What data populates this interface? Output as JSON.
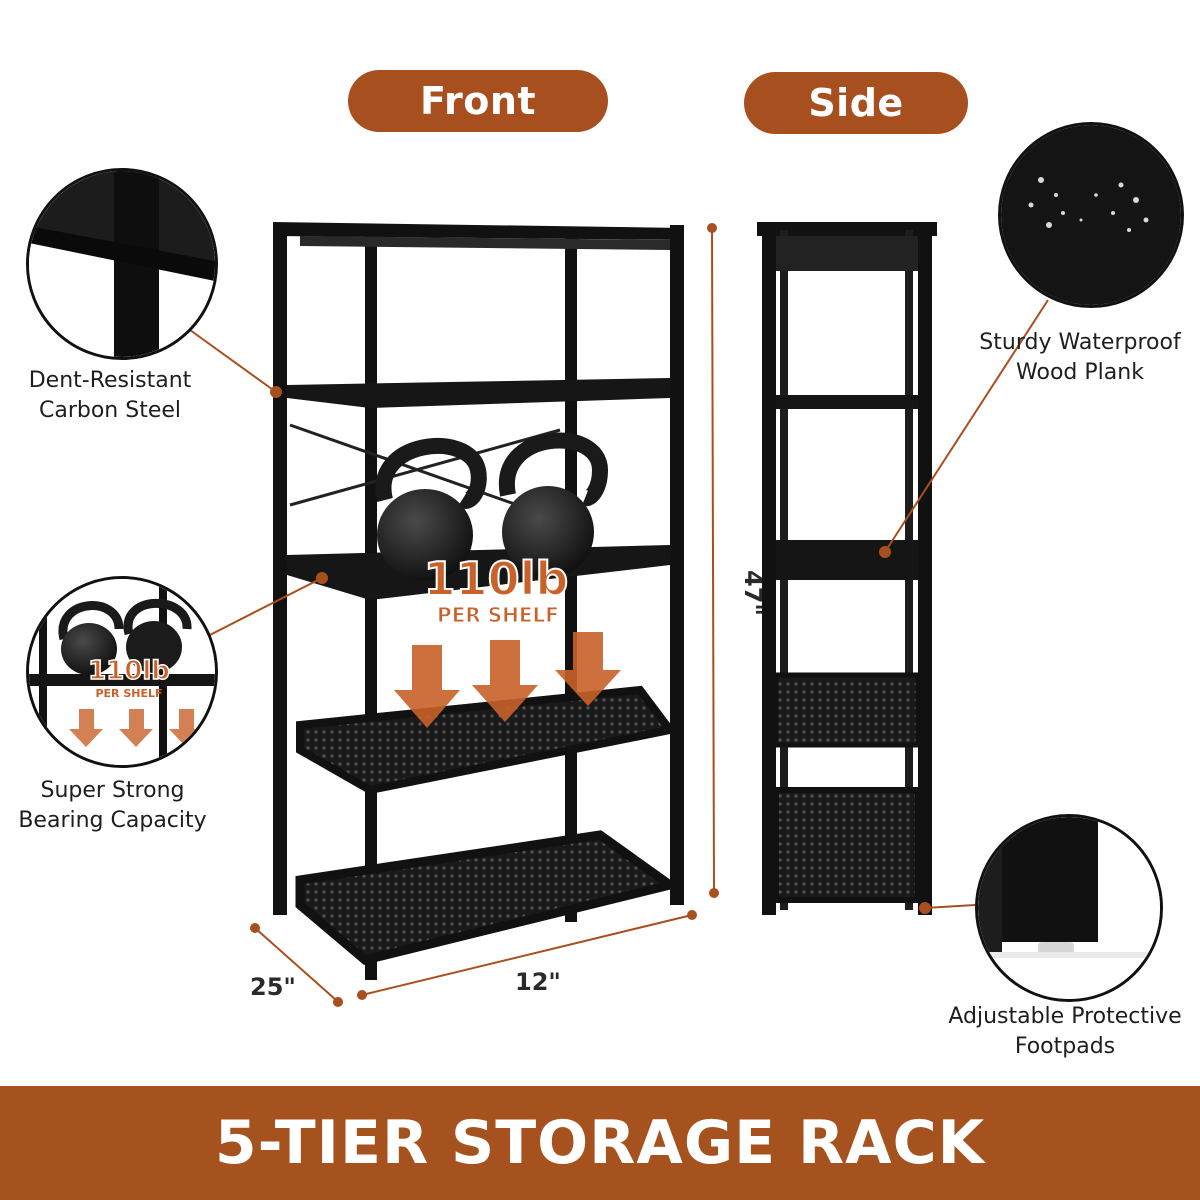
{
  "views": {
    "front": "Front",
    "side": "Side"
  },
  "features": {
    "carbon_steel": [
      "Dent-Resistant",
      "Carbon Steel"
    ],
    "bearing": [
      "Super Strong",
      "Bearing Capacity"
    ],
    "plank": [
      "Sturdy Waterproof",
      "Wood Plank"
    ],
    "footpads": [
      "Adjustable Protective",
      "Footpads"
    ]
  },
  "capacity": {
    "weight": "110lb",
    "unit": "PER SHELF"
  },
  "dimensions": {
    "height": "47\"",
    "depth": "25\"",
    "width": "12\""
  },
  "banner_title": "5-TIER STORAGE RACK",
  "colors": {
    "accent": "#a84f1f",
    "frame": "#111111",
    "arrow": "#c8612a"
  },
  "icons": [
    "kettlebell-icon",
    "down-arrow-icon"
  ]
}
